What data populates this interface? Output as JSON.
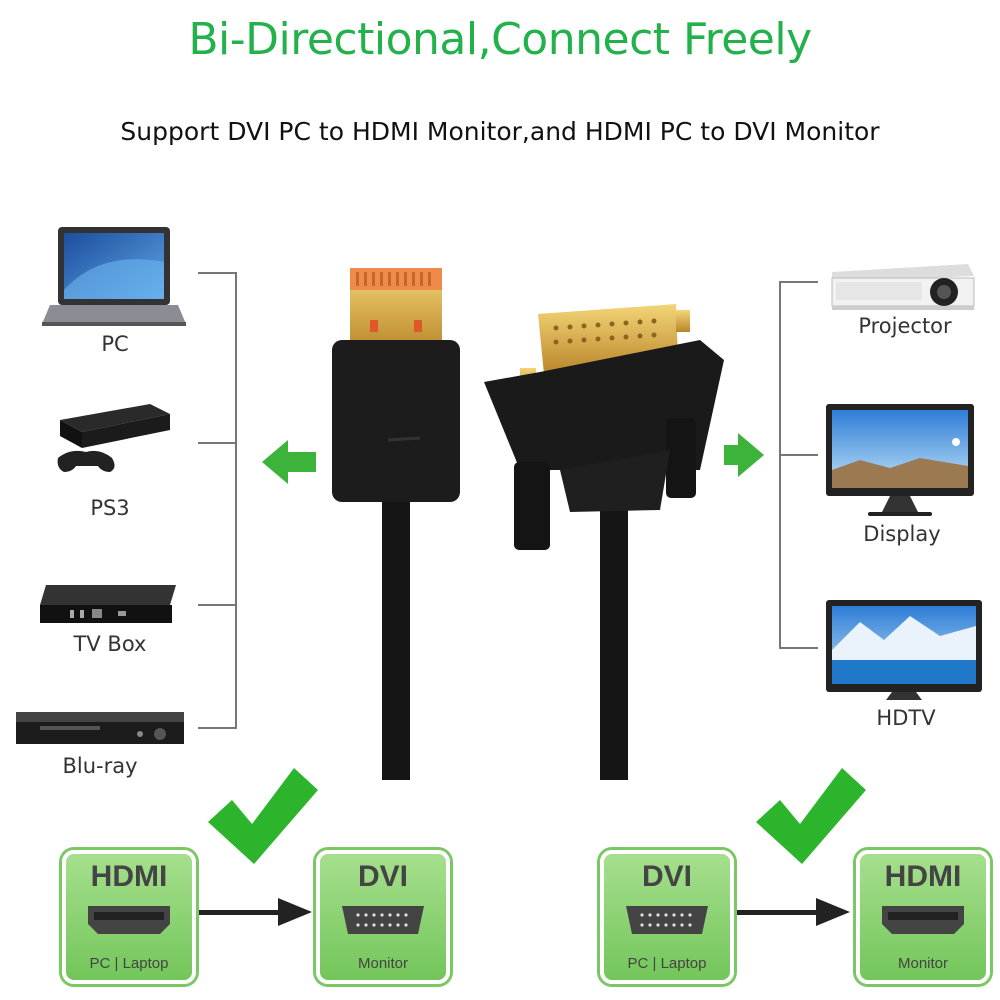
{
  "header": {
    "title": "Bi-Directional,Connect Freely",
    "subtitle": "Support DVI PC to HDMI Monitor,and HDMI PC to DVI Monitor"
  },
  "sources": [
    {
      "label": "PC",
      "icon": "laptop-icon"
    },
    {
      "label": "PS3",
      "icon": "game-console-icon"
    },
    {
      "label": "TV Box",
      "icon": "tv-box-icon"
    },
    {
      "label": "Blu-ray",
      "icon": "bluray-player-icon"
    }
  ],
  "displays": [
    {
      "label": "Projector",
      "icon": "projector-icon"
    },
    {
      "label": "Display",
      "icon": "monitor-icon"
    },
    {
      "label": "HDTV",
      "icon": "hdtv-icon"
    }
  ],
  "connections": [
    {
      "from": {
        "title": "HDMI",
        "sub": "PC | Laptop"
      },
      "to": {
        "title": "DVI",
        "sub": "Monitor"
      }
    },
    {
      "from": {
        "title": "DVI",
        "sub": "PC | Laptop"
      },
      "to": {
        "title": "HDMI",
        "sub": "Monitor"
      }
    }
  ],
  "colors": {
    "accent": "#23b14b",
    "badge": "#7bc665",
    "cable": "#151515",
    "gold": "#d9a93a"
  }
}
